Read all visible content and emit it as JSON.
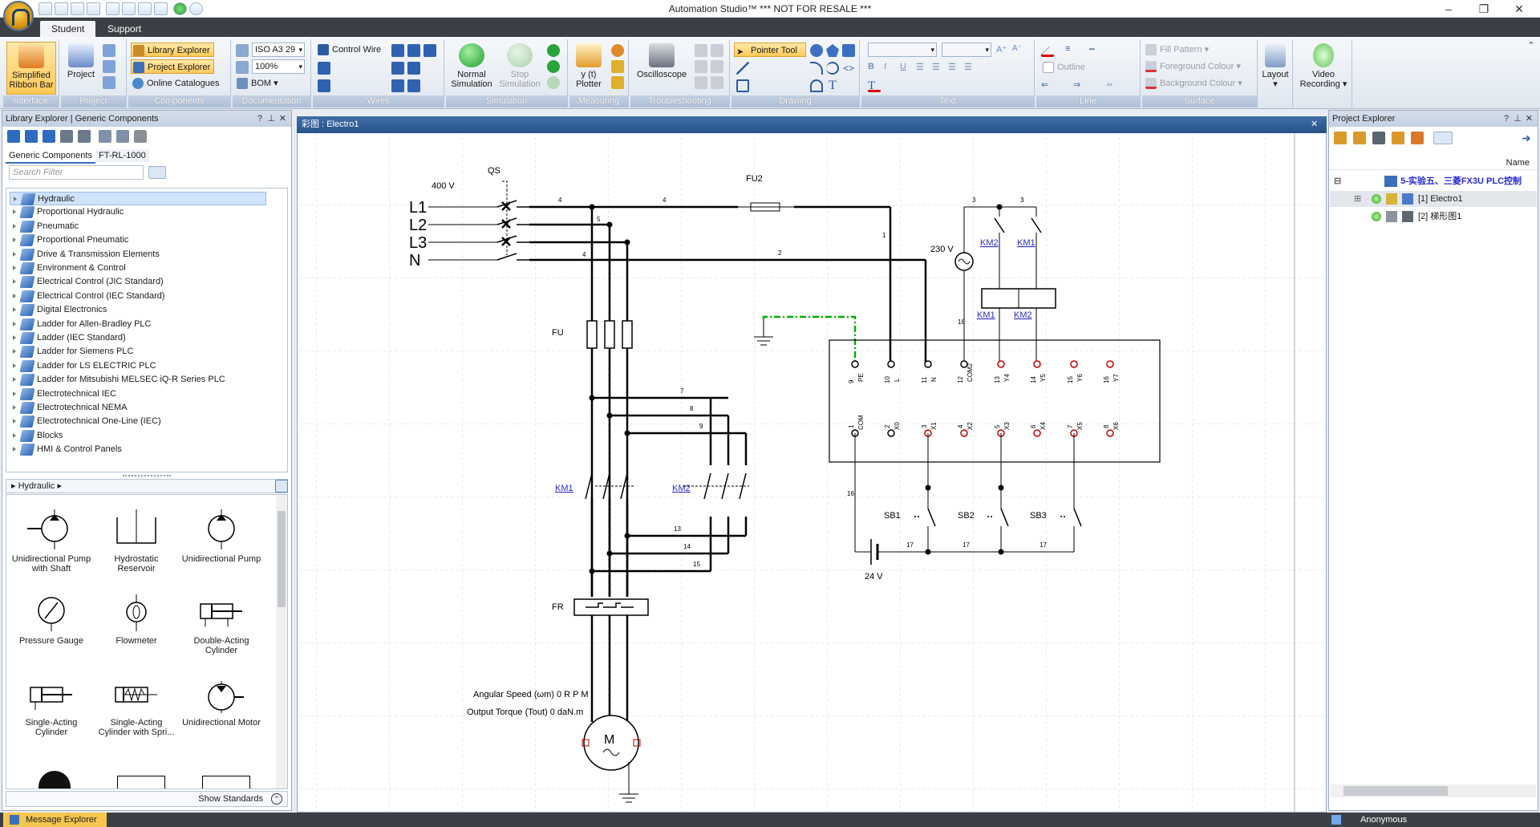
{
  "window": {
    "title": "Automation Studio™   *** NOT FOR RESALE ***"
  },
  "tabs": [
    "Student",
    "Support"
  ],
  "ribbon": {
    "interface": {
      "label": "Simplified Ribbon Bar",
      "group": "Interface"
    },
    "project": {
      "label": "Project",
      "group": "Project"
    },
    "components": {
      "library_explorer": "Library Explorer",
      "project_explorer": "Project Explorer",
      "online_catalogues": "Online Catalogues",
      "group": "Components"
    },
    "documentation": {
      "paper": "ISO A3 29",
      "zoom": "100%",
      "bom": "BOM",
      "group": "Documentation"
    },
    "wires": {
      "control_wire": "Control Wire",
      "group": "Wires"
    },
    "simulation": {
      "normal": "Normal Simulation",
      "stop": "Stop Simulation",
      "group": "Simulation"
    },
    "measuring": {
      "plotter": "y (t) Plotter",
      "group": "Measuring"
    },
    "troubleshooting": {
      "oscilloscope": "Oscilloscope",
      "group": "Troubleshooting"
    },
    "drawing": {
      "pointer": "Pointer Tool",
      "group": "Drawing"
    },
    "text": {
      "group": "Text"
    },
    "line": {
      "outline": "Outline",
      "group": "Line"
    },
    "surface": {
      "fill": "Fill Pattern",
      "foreground": "Foreground Colour",
      "background": "Background Colour",
      "group": "Surface"
    },
    "layout": {
      "label": "Layout"
    },
    "video": {
      "label": "Video Recording"
    }
  },
  "library": {
    "title": "Library Explorer | Generic Components",
    "tabs": [
      "Generic Components",
      "FT-RL-1000"
    ],
    "search_placeholder": "Search Filter",
    "items": [
      "Hydraulic",
      "Proportional Hydraulic",
      "Pneumatic",
      "Proportional Pneumatic",
      "Drive & Transmission Elements",
      "Environment & Control",
      "Electrical Control (JIC Standard)",
      "Electrical Control (IEC Standard)",
      "Digital Electronics",
      "Ladder for Allen-Bradley PLC",
      "Ladder (IEC Standard)",
      "Ladder for Siemens PLC",
      "Ladder for LS ELECTRIC PLC",
      "Ladder for Mitsubishi MELSEC iQ-R Series PLC",
      "Electrotechnical IEC",
      "Electrotechnical NEMA",
      "Electrotechnical One-Line (IEC)",
      "Blocks",
      "HMI & Control Panels"
    ],
    "breadcrumb": "Hydraulic",
    "components": [
      "Unidirectional Pump with Shaft",
      "Hydrostatic Reservoir",
      "Unidirectional Pump",
      "Pressure Gauge",
      "Flowmeter",
      "Double-Acting Cylinder",
      "Single-Acting Cylinder",
      "Single-Acting Cylinder with Spri...",
      "Unidirectional Motor"
    ],
    "show_standards": "Show Standards"
  },
  "document": {
    "title": "彩图 : Electro1"
  },
  "schematic": {
    "source": {
      "voltage": "400 V",
      "lines": [
        "L1",
        "L2",
        "L3",
        "N"
      ]
    },
    "labels": {
      "qs": "QS",
      "fu2": "FU2",
      "fu": "FU",
      "fr": "FR",
      "km1": "KM1",
      "km2": "KM2",
      "v230": "230 V",
      "v24": "24 V",
      "sb1": "SB1",
      "sb2": "SB2",
      "sb3": "SB3"
    },
    "motor": {
      "speed": "Angular Speed (ωm) 0 R P M",
      "torque": "Output Torque (Tout) 0 daN.m",
      "symbol": "M"
    },
    "plc_top": [
      "PE",
      "L",
      "N",
      "COM2",
      "Y4",
      "Y5",
      "Y6",
      "Y7"
    ],
    "plc_top_nums": [
      "9",
      "10",
      "11",
      "12",
      "13",
      "14",
      "15",
      "16"
    ],
    "plc_bottom": [
      "COM",
      "X0",
      "X1",
      "X2",
      "X3",
      "X4",
      "X5",
      "X6"
    ],
    "plc_bottom_nums": [
      "1",
      "2",
      "3",
      "4",
      "5",
      "6",
      "7",
      "8"
    ],
    "wire_numbers": [
      "4",
      "4",
      "5",
      "4",
      "1",
      "2",
      "3",
      "3",
      "7",
      "8",
      "9",
      "13",
      "14",
      "15",
      "16",
      "17",
      "17",
      "17",
      "18"
    ]
  },
  "project_explorer": {
    "title": "Project Explorer",
    "column": "Name",
    "root": "5-实验五、三菱FX3U PLC控制",
    "items": [
      "[1] Electro1",
      "[2] 梯形图1"
    ]
  },
  "status": {
    "message_explorer": "Message Explorer",
    "user": "Anonymous"
  },
  "colors": {
    "accent": "#275189",
    "ribbon_highlight": "#ffc857",
    "wire": "#000000",
    "ground_wire": "#00b000",
    "terminal": "#c00000"
  }
}
